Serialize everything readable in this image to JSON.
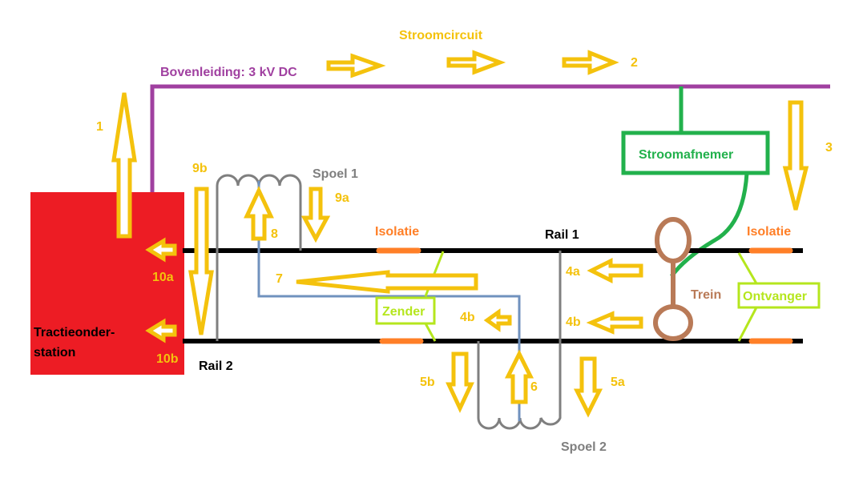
{
  "colors": {
    "arrow": "#f4c20d",
    "overhead": "#a040a0",
    "pantograph": "#22b14c",
    "substation": "#ed1c24",
    "rail": "#000000",
    "coil": "#7f7f7f",
    "signal": "#7092be",
    "insulation": "#ff7f27",
    "train": "#b97a57",
    "transmitter": "#b5e61d"
  },
  "labels": {
    "title": "Stroomcircuit",
    "overhead_line": "Bovenleiding: 3 kV DC",
    "pantograph": "Stroomafnemer",
    "substation_line1": "Tractieonder-",
    "substation_line2": "station",
    "coil1": "Spoel 1",
    "coil2": "Spoel 2",
    "insulation_left": "Isolatie",
    "insulation_right": "Isolatie",
    "rail1": "Rail 1",
    "rail2": "Rail 2",
    "train": "Trein",
    "transmitter": "Zender",
    "receiver": "Ontvanger"
  },
  "steps": {
    "s1": "1",
    "s2": "2",
    "s3": "3",
    "s4a": "4a",
    "s4b_right": "4b",
    "s4b_left": "4b",
    "s5a": "5a",
    "s5b": "5b",
    "s6": "6",
    "s7": "7",
    "s8": "8",
    "s9a": "9a",
    "s9b": "9b",
    "s10a": "10a",
    "s10b": "10b"
  }
}
